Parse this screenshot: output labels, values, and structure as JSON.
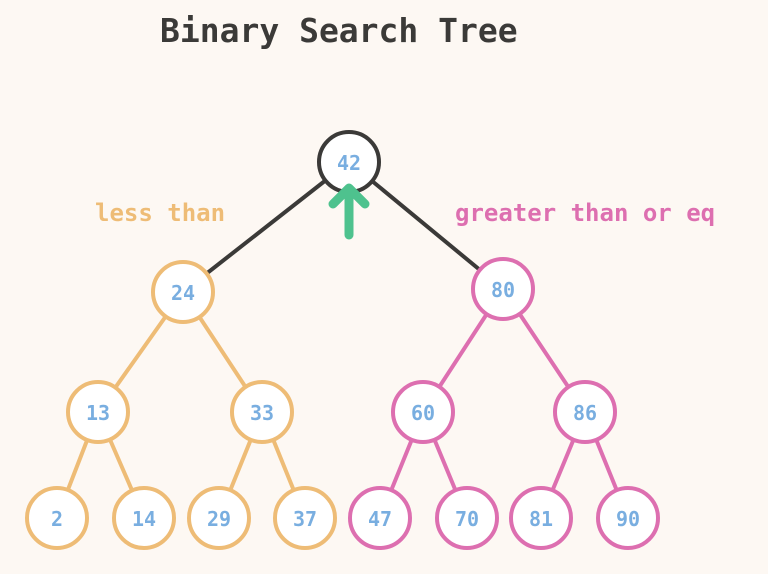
{
  "title": "Binary Search Tree",
  "labels": {
    "left": "less than",
    "right": "greater than or eq"
  },
  "colors": {
    "root": "#3b3a38",
    "left": "#eebc76",
    "right": "#dd6fb0",
    "node_text": "#79aee0",
    "arrow": "#4ec28e",
    "title": "#3b3a38"
  },
  "icon": "up-arrow-icon",
  "tree": {
    "root": "42",
    "left": {
      "value": "24",
      "left": {
        "value": "13",
        "left": "2",
        "right": "14"
      },
      "right": {
        "value": "33",
        "left": "29",
        "right": "37"
      }
    },
    "right": {
      "value": "80",
      "left": {
        "value": "60",
        "left": "47",
        "right": "70"
      },
      "right": {
        "value": "86",
        "left": "81",
        "right": "90"
      }
    }
  }
}
